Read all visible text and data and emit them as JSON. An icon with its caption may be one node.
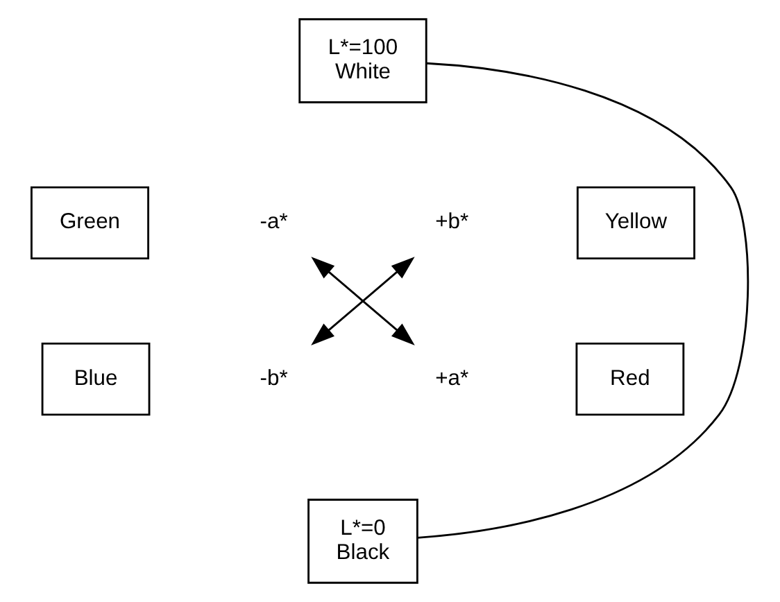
{
  "diagram": {
    "nodes": [
      {
        "text": [
          "L*=100",
          "White"
        ]
      },
      {
        "text": [
          "Yellow"
        ]
      },
      {
        "text": [
          "Green"
        ]
      },
      {
        "text": [
          "-a*"
        ]
      },
      {
        "text": [
          "+b*"
        ]
      },
      {
        "text": [
          "-b*"
        ]
      },
      {
        "text": [
          "+a*"
        ]
      },
      {
        "text": [
          "Blue"
        ]
      },
      {
        "text": [
          "Red"
        ]
      },
      {
        "text": [
          "L*=0",
          "Black"
        ]
      }
    ],
    "edges": [
      {
        "from": 0,
        "to": 9,
        "arrow": "none"
      },
      {
        "from": 3,
        "to": 6,
        "arrow": "both"
      },
      {
        "from": 5,
        "to": 4,
        "arrow": "both"
      }
    ]
  }
}
